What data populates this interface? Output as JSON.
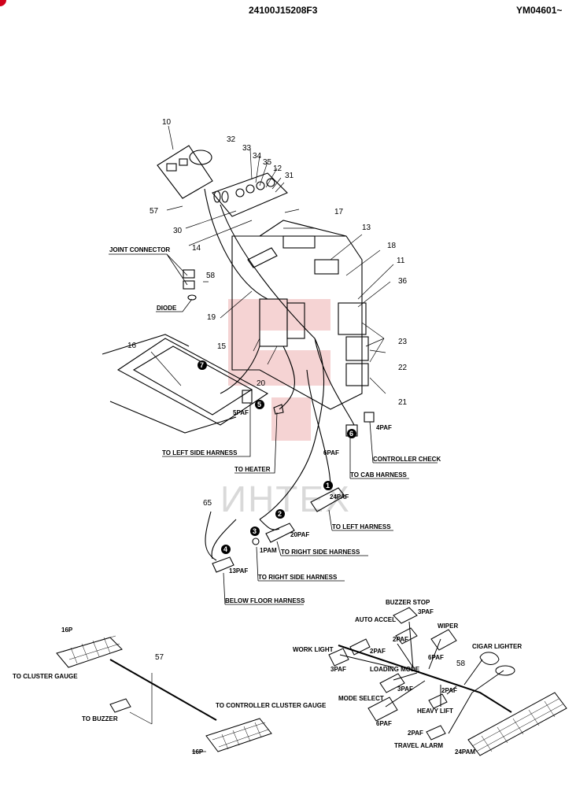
{
  "header": {
    "code": "24100J15208F3",
    "serial": "YM04601~"
  },
  "watermark": "ИНТЕХ",
  "colors": {
    "ink": "#000000",
    "watermark_red": "#f2c4c4",
    "watermark_gray": "#d9d9d9",
    "corner_mark": "#d0021b"
  },
  "part_numbers": {
    "p10": "10",
    "p32": "32",
    "p33": "33",
    "p34": "34",
    "p35": "35",
    "p12": "12",
    "p31": "31",
    "p57": "57",
    "p30": "30",
    "p17": "17",
    "p14": "14",
    "p13": "13",
    "p18": "18",
    "p58": "58",
    "p11": "11",
    "p36": "36",
    "p19": "19",
    "p23": "23",
    "p15": "15",
    "p16": "16",
    "p22": "22",
    "p20": "20",
    "p21": "21",
    "p65": "65",
    "p57b": "57",
    "p58b": "58"
  },
  "labels": {
    "joint_connector": "JOINT CONNECTOR",
    "diode": "DIODE",
    "to_left_side_harness": "TO LEFT SIDE HARNESS",
    "to_heater": "TO HEATER",
    "controller_check": "CONTROLLER CHECK",
    "to_cab_harness": "TO CAB HARNESS",
    "to_left_harness": "TO LEFT HARNESS",
    "to_right_side_harness_1": "TO RIGHT SIDE HARNESS",
    "to_right_side_harness_2": "TO RIGHT SIDE HARNESS",
    "below_floor_harness": "BELOW FLOOR HARNESS",
    "to_cluster_gauge": "TO CLUSTER GAUGE",
    "to_buzzer": "TO BUZZER",
    "to_controller_cluster_gauge": "TO CONTROLLER  CLUSTER GAUGE",
    "buzzer_stop": "BUZZER STOP",
    "auto_accel": "AUTO ACCEL",
    "wiper": "WIPER",
    "work_light": "WORK LIGHT",
    "cigar_lighter": "CIGAR LIGHTER",
    "loading_mode": "LOADING MODE",
    "mode_select": "MODE SELECT",
    "heavy_lift": "HEAVY LIFT",
    "travel_alarm": "TRAVEL ALARM"
  },
  "connectors": {
    "c_5paf": "5PAF",
    "c_4paf": "4PAF",
    "c_6paf": "6PAF",
    "c_24paf": "24PAF",
    "c_20paf": "20PAF",
    "c_1pam": "1PAM",
    "c_13paf": "13PAF",
    "c_16p_a": "16P",
    "c_16p_b": "16P",
    "c_3paf_a": "3PAF",
    "c_2paf_a": "2PAF",
    "c_2paf_b": "2PAF",
    "c_6paf_b": "6PAF",
    "c_3paf_b": "3PAF",
    "c_3paf_c": "3PAF",
    "c_6paf_c": "6PAF",
    "c_2paf_c": "2PAF",
    "c_2paf_d": "2PAF",
    "c_24pam": "24PAM"
  },
  "badges": {
    "b1": "1",
    "b2": "2",
    "b3": "3",
    "b4": "4",
    "b5": "5",
    "b6": "6",
    "b7": "7"
  }
}
